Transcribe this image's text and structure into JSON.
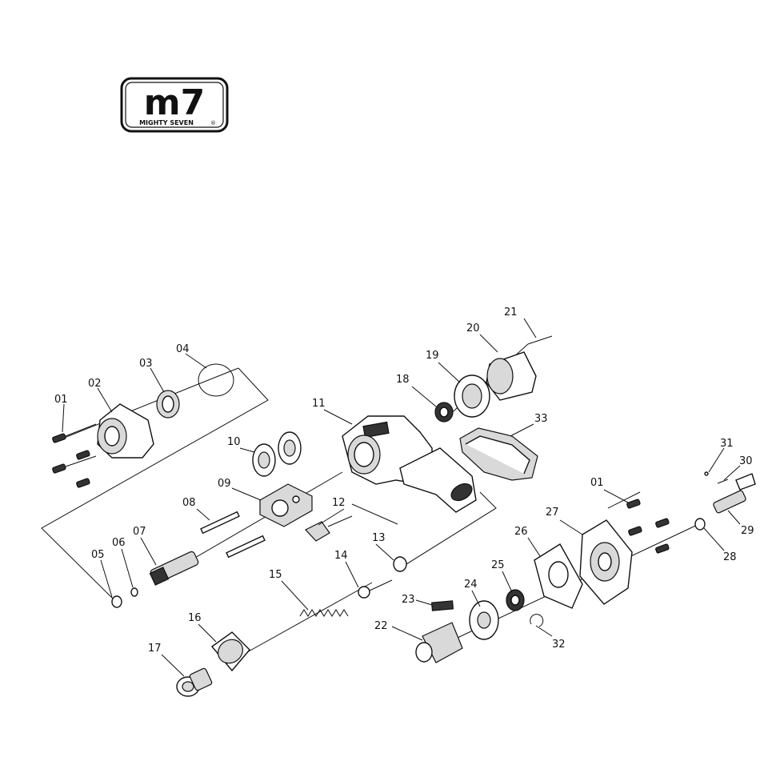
{
  "logo": {
    "mark": "m7",
    "brand": "MIGHTY SEVEN"
  },
  "diagram": {
    "labels": [
      "01",
      "02",
      "03",
      "04",
      "05",
      "06",
      "07",
      "08",
      "09",
      "10",
      "11",
      "12",
      "13",
      "14",
      "15",
      "16",
      "17",
      "18",
      "19",
      "20",
      "21",
      "22",
      "23",
      "24",
      "25",
      "26",
      "27",
      "01",
      "28",
      "29",
      "30",
      "31",
      "32",
      "33"
    ]
  }
}
